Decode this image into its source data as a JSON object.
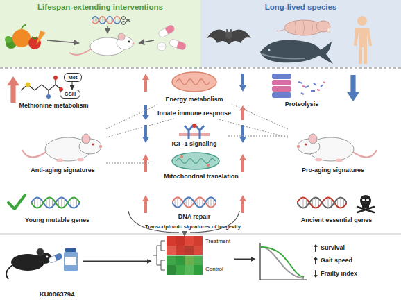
{
  "diagram": {
    "nodes": [
      {
        "text": [
          "Lifespan-extending interventions"
        ]
      },
      {
        "text": [
          "Long-lived species"
        ]
      },
      {
        "text": [
          "Met"
        ]
      },
      {
        "text": [
          "GSH"
        ]
      },
      {
        "text": [
          "Methionine metabolism"
        ]
      },
      {
        "text": [
          "Energy metabolism"
        ]
      },
      {
        "text": [
          "Proteolysis"
        ]
      },
      {
        "text": [
          "Innate immune response"
        ]
      },
      {
        "text": [
          "Anti-aging signatures"
        ]
      },
      {
        "text": [
          "IGF-1 signaling"
        ]
      },
      {
        "text": [
          "Pro-aging signatures"
        ]
      },
      {
        "text": [
          "Mitochondrial translation"
        ]
      },
      {
        "text": [
          "Young mutable genes"
        ]
      },
      {
        "text": [
          "Ancient essential genes"
        ]
      },
      {
        "text": [
          "DNA repair"
        ]
      },
      {
        "text": [
          "Transcriptomic signatures of longevity",
          "Treatment",
          "Control"
        ]
      },
      {
        "text": [
          "KU0063794"
        ]
      },
      {
        "text": [
          "Survival",
          "Gait speed",
          "Frailty index"
        ]
      }
    ],
    "edges": [
      {
        "from": 2,
        "to": 3,
        "arrow": "to"
      },
      {
        "from": 8,
        "to": 5,
        "arrow": "none"
      },
      {
        "from": 8,
        "to": 7,
        "arrow": "none"
      },
      {
        "from": 8,
        "to": 11,
        "arrow": "none"
      },
      {
        "from": 10,
        "to": 5,
        "arrow": "none"
      },
      {
        "from": 10,
        "to": 7,
        "arrow": "none"
      },
      {
        "from": 10,
        "to": 9,
        "arrow": "none"
      },
      {
        "from": 16,
        "to": 15,
        "arrow": "to"
      },
      {
        "from": 15,
        "to": 17,
        "arrow": "to"
      }
    ]
  }
}
